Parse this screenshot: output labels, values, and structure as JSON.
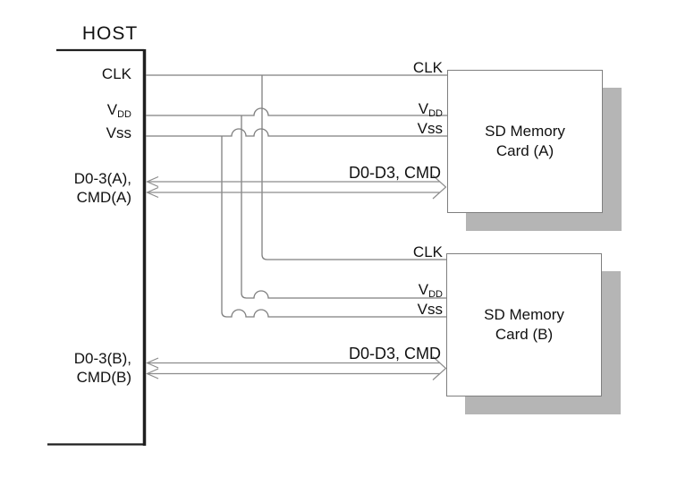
{
  "colors": {
    "background": "#ffffff",
    "wire": "#7f7f7f",
    "host_outline": "#1f1f1f",
    "text": "#111111",
    "card_border": "#7f7f7f",
    "card_fill": "#ffffff",
    "card_shadow": "#b5b5b5",
    "bus_arrow": "#8c8c8c"
  },
  "host": {
    "title": "HOST",
    "pin_clk": "CLK",
    "pin_vdd_main": "V",
    "pin_vdd_sub": "DD",
    "pin_vss": "Vss",
    "bus_a_line1": "D0-3(A),",
    "bus_a_line2": "CMD(A)",
    "bus_b_line1": "D0-3(B),",
    "bus_b_line2": "CMD(B)"
  },
  "wires_card_a": {
    "clk": "CLK",
    "vdd_main": "V",
    "vdd_sub": "DD",
    "vss": "Vss",
    "bus": "D0-D3, CMD"
  },
  "wires_card_b": {
    "clk": "CLK",
    "vdd_main": "V",
    "vdd_sub": "DD",
    "vss": "Vss",
    "bus": "D0-D3, CMD"
  },
  "card_a": {
    "line1": "SD Memory",
    "line2": "Card (A)"
  },
  "card_b": {
    "line1": "SD Memory",
    "line2": "Card (B)"
  }
}
